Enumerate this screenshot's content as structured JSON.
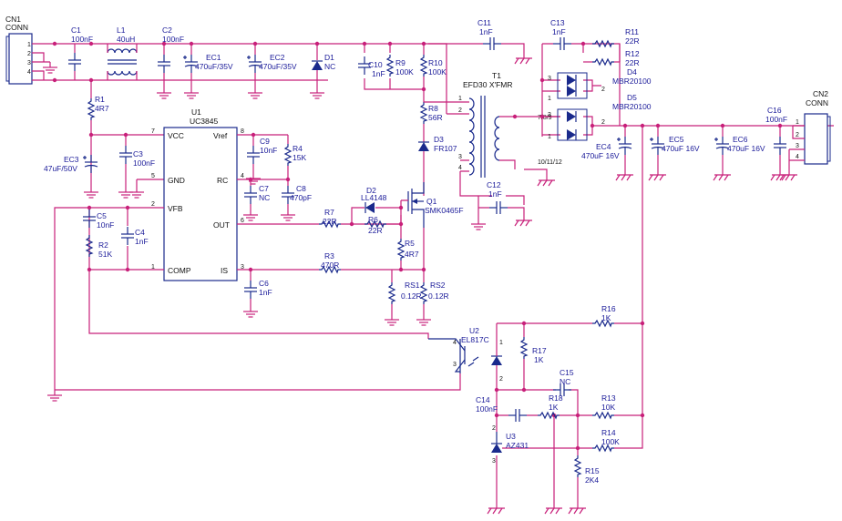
{
  "connectors": {
    "cn1": {
      "ref": "CN1",
      "name": "CONN",
      "pins": [
        "1",
        "2",
        "3",
        "4"
      ]
    },
    "cn2": {
      "ref": "CN2",
      "name": "CONN",
      "pins": [
        "1",
        "2",
        "3",
        "4"
      ]
    }
  },
  "capacitors": {
    "c1": {
      "ref": "C1",
      "value": "100nF"
    },
    "c2": {
      "ref": "C2",
      "value": "100nF"
    },
    "c3": {
      "ref": "C3",
      "value": "100nF"
    },
    "c4": {
      "ref": "C4",
      "value": "1nF"
    },
    "c5": {
      "ref": "C5",
      "value": "10nF"
    },
    "c6": {
      "ref": "C6",
      "value": "1nF"
    },
    "c7": {
      "ref": "C7",
      "value": "NC"
    },
    "c8": {
      "ref": "C8",
      "value": "470pF"
    },
    "c9": {
      "ref": "C9",
      "value": "10nF"
    },
    "c10": {
      "ref": "C10",
      "value": "1nF"
    },
    "c11": {
      "ref": "C11",
      "value": "1nF"
    },
    "c12": {
      "ref": "C12",
      "value": "1nF"
    },
    "c13": {
      "ref": "C13",
      "value": "1nF"
    },
    "c14": {
      "ref": "C14",
      "value": "100nF"
    },
    "c15": {
      "ref": "C15",
      "value": "NC"
    },
    "c16": {
      "ref": "C16",
      "value": "100nF"
    },
    "ec1": {
      "ref": "EC1",
      "value": "470uF/35V"
    },
    "ec2": {
      "ref": "EC2",
      "value": "470uF/35V"
    },
    "ec3": {
      "ref": "EC3",
      "value": "47uF/50V"
    },
    "ec4": {
      "ref": "EC4",
      "value": "470uF 16V"
    },
    "ec5": {
      "ref": "EC5",
      "value": "470uF 16V"
    },
    "ec6": {
      "ref": "EC6",
      "value": "470uF 16V"
    }
  },
  "resistors": {
    "r1": {
      "ref": "R1",
      "value": "4R7"
    },
    "r2": {
      "ref": "R2",
      "value": "51K"
    },
    "r3": {
      "ref": "R3",
      "value": "470R"
    },
    "r4": {
      "ref": "R4",
      "value": "15K"
    },
    "r5": {
      "ref": "R5",
      "value": "4R7"
    },
    "r6": {
      "ref": "R6",
      "value": "22R"
    },
    "r7": {
      "ref": "R7",
      "value": "22R"
    },
    "r8": {
      "ref": "R8",
      "value": "56R"
    },
    "r9": {
      "ref": "R9",
      "value": "100K"
    },
    "r10": {
      "ref": "R10",
      "value": "100K"
    },
    "r11": {
      "ref": "R11",
      "value": "22R"
    },
    "r12": {
      "ref": "R12",
      "value": "22R"
    },
    "r13": {
      "ref": "R13",
      "value": "10K"
    },
    "r14": {
      "ref": "R14",
      "value": "100K"
    },
    "r15": {
      "ref": "R15",
      "value": "2K4"
    },
    "r16": {
      "ref": "R16",
      "value": "1K"
    },
    "r17": {
      "ref": "R17",
      "value": "1K"
    },
    "r18": {
      "ref": "R18",
      "value": "1K"
    },
    "rs1": {
      "ref": "RS1",
      "value": "0.12R"
    },
    "rs2": {
      "ref": "RS2",
      "value": "0.12R"
    }
  },
  "inductors": {
    "l1": {
      "ref": "L1",
      "value": "40uH"
    }
  },
  "diodes": {
    "d1": {
      "ref": "D1",
      "value": "NC"
    },
    "d2": {
      "ref": "D2",
      "value": "LL4148"
    },
    "d3": {
      "ref": "D3",
      "value": "FR107"
    },
    "d4": {
      "ref": "D4",
      "value": "MBR20100"
    },
    "d5": {
      "ref": "D5",
      "value": "MBR20100"
    }
  },
  "transformer": {
    "ref": "T1",
    "value": "EFD30 X'FMR",
    "pins_right": "10/11/12",
    "pins_right_top": "7/8/9"
  },
  "mosfet": {
    "ref": "Q1",
    "value": "SMK0465F"
  },
  "optocoupler": {
    "ref": "U2",
    "value": "EL817C"
  },
  "regulator": {
    "ref": "U3",
    "value": "AZ431"
  },
  "controller": {
    "ref": "U1",
    "value": "UC3845",
    "pins": {
      "vcc": {
        "name": "VCC",
        "num": "7"
      },
      "gnd": {
        "name": "GND",
        "num": "5"
      },
      "vfb": {
        "name": "VFB",
        "num": "2"
      },
      "comp": {
        "name": "COMP",
        "num": "1"
      },
      "vref": {
        "name": "Vref",
        "num": "8"
      },
      "rc": {
        "name": "RC",
        "num": "4"
      },
      "out": {
        "name": "OUT",
        "num": "6"
      },
      "is": {
        "name": "IS",
        "num": "3"
      }
    }
  },
  "colors": {
    "wire": "#c8207a",
    "component": "#1a2a8c",
    "label": "#1a1a99"
  }
}
